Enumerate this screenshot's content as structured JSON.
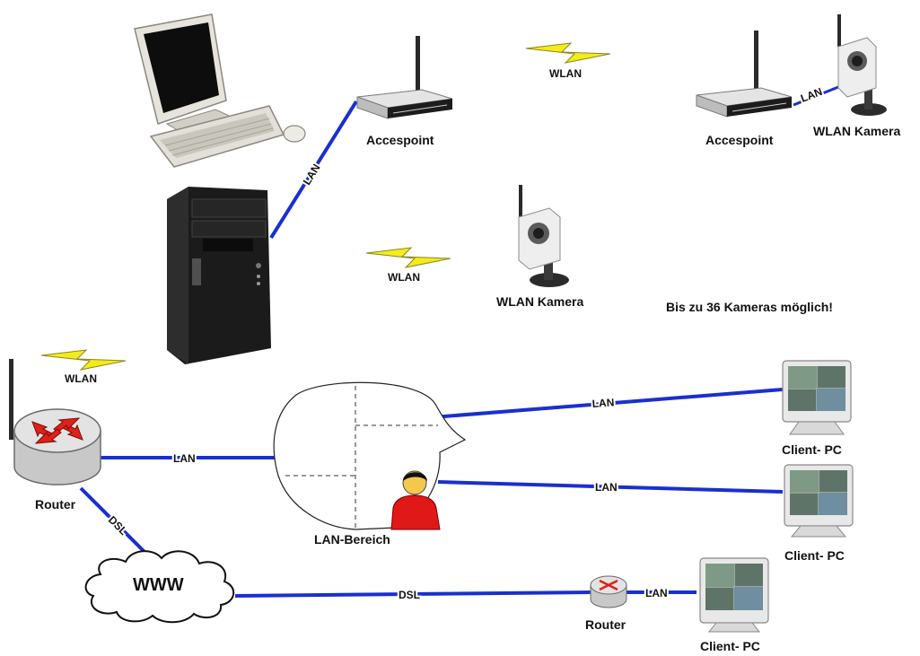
{
  "nodes": {
    "accesspoint_1": "Accespoint",
    "accesspoint_2": "Accespoint",
    "wlan_camera_1": "WLAN Kamera",
    "wlan_camera_2": "WLAN Kamera",
    "router_main": "Router",
    "router_small": "Router",
    "lan_area": "LAN-Bereich",
    "client_pc_1": "Client- PC",
    "client_pc_2": "Client- PC",
    "client_pc_3": "Client- PC",
    "internet": "WWW"
  },
  "links": {
    "server_ap": "LAN",
    "ap_camera": "LAN",
    "router_lan": "LAN",
    "router_dsl": "DSL",
    "www_dsl": "DSL",
    "lan_client_1": "LAN",
    "lan_client_2": "LAN",
    "router_client_3": "LAN"
  },
  "wireless": {
    "wlan_top": "WLAN",
    "wlan_middle": "WLAN",
    "wlan_router": "WLAN"
  },
  "note": "Bis zu 36 Kameras möglich!",
  "colors": {
    "link": "#1a2fd0",
    "bolt": "#f4ec1a",
    "router_arrows": "#e0201a",
    "person": "#e01818"
  }
}
